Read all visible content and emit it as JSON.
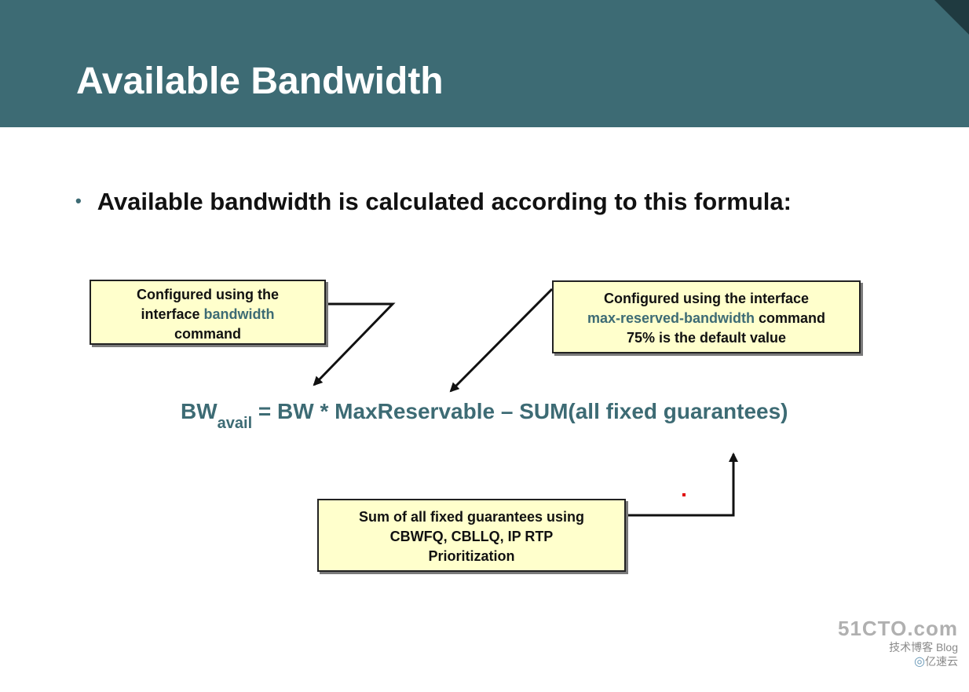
{
  "slide": {
    "title": "Available Bandwidth",
    "bullet": "Available bandwidth is calculated according to this formula:"
  },
  "notes": {
    "bandwidth": {
      "line1": "Configured using the",
      "line2_pre": "interface ",
      "line2_kw": "bandwidth",
      "line3": "command"
    },
    "max_reserved": {
      "line1": "Configured using the interface",
      "line2_kw": "max-reserved-bandwidth",
      "line2_post": " command",
      "line3": "75% is the default value"
    },
    "sum": {
      "line1": "Sum of all fixed guarantees using",
      "line2": "CBWFQ, CBLLQ, IP RTP",
      "line3": "Prioritization"
    }
  },
  "formula": {
    "lhs": "BW",
    "sub": "avail",
    "rhs": " = BW * MaxReservable – SUM(all fixed guarantees)"
  },
  "watermark": {
    "brand": "51CTO.com",
    "line2_a": "技术博客",
    "line2_b": "Blog",
    "line3_mark": "◎",
    "line3": "亿速云"
  },
  "colors": {
    "header": "#3d6b74",
    "note_fill": "#ffffcc",
    "keyword": "#3d6b74"
  }
}
